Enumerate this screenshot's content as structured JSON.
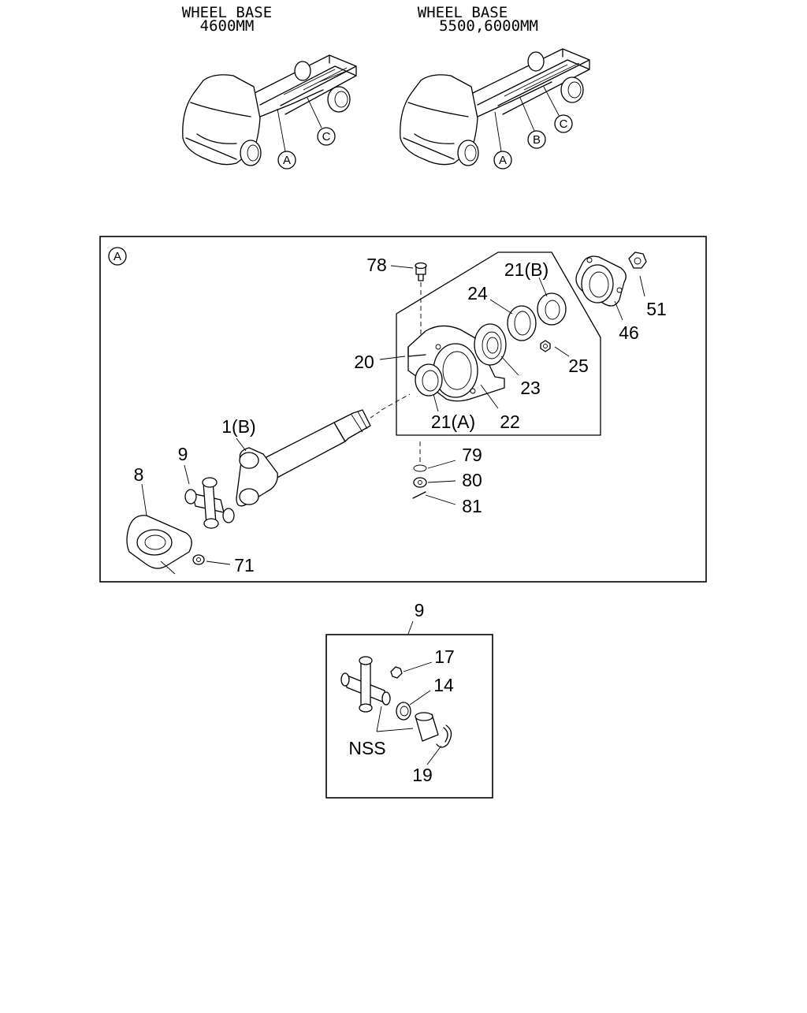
{
  "truck_variants": [
    {
      "title": "WHEEL BASE",
      "subtitle": "4600MM",
      "callouts": [
        "A",
        "C"
      ]
    },
    {
      "title": "WHEEL BASE",
      "subtitle": "5500,6000MM",
      "callouts": [
        "A",
        "B",
        "C"
      ]
    }
  ],
  "detail_a": {
    "tag": "A",
    "parts": [
      "78",
      "21(B)",
      "24",
      "20",
      "51",
      "46",
      "25",
      "23",
      "22",
      "21(A)",
      "1(B)",
      "9",
      "8",
      "79",
      "80",
      "81",
      "71"
    ]
  },
  "detail_9": {
    "tag": "9",
    "parts": [
      "17",
      "14",
      "19"
    ],
    "note": "NSS"
  }
}
